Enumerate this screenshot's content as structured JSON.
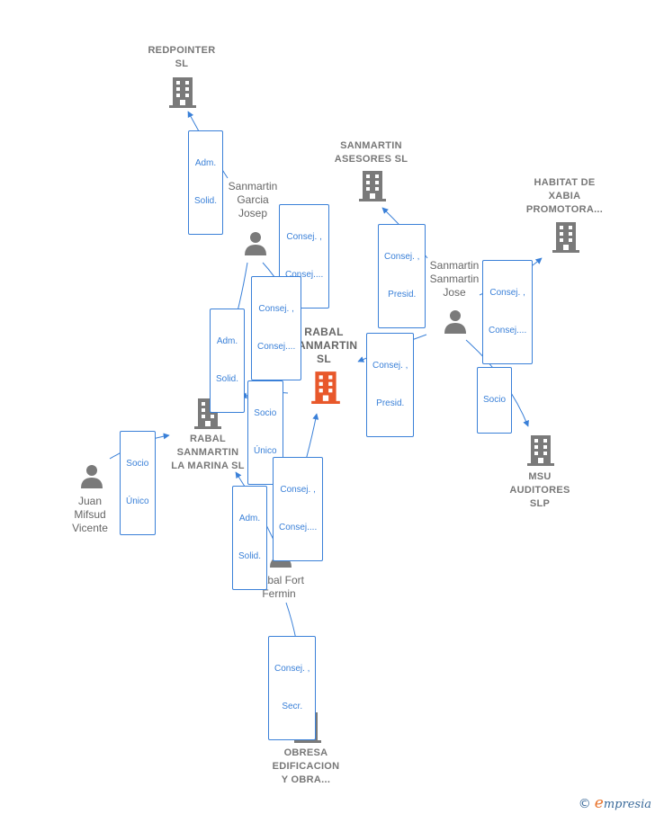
{
  "colors": {
    "edge": "#3a80d8",
    "node_gray": "#7a7a7a",
    "node_main": "#e8582b",
    "text": "#777777"
  },
  "nodes": {
    "redpointer": {
      "label_lines": [
        "REDPOINTER",
        "SL"
      ],
      "icon": "building-icon"
    },
    "sanmartin_asesores": {
      "label_lines": [
        "SANMARTIN",
        "ASESORES  SL"
      ],
      "icon": "building-icon"
    },
    "habitat": {
      "label_lines": [
        "HABITAT DE",
        "XABIA",
        "PROMOTORA..."
      ],
      "icon": "building-icon"
    },
    "rabal_sanmartin": {
      "label_lines": [
        "RABAL",
        "SANMARTIN",
        "SL"
      ],
      "icon": "building-icon"
    },
    "rabal_marina": {
      "label_lines": [
        "RABAL",
        "SANMARTIN",
        "LA MARINA  SL"
      ],
      "icon": "building-icon"
    },
    "msu": {
      "label_lines": [
        "MSU",
        "AUDITORES",
        "SLP"
      ],
      "icon": "building-icon"
    },
    "obresa": {
      "label_lines": [
        "OBRESA",
        "EDIFICACION",
        "Y OBRA..."
      ],
      "icon": "building-icon"
    },
    "sanmartin_garcia": {
      "label_lines": [
        "Sanmartin",
        "Garcia",
        "Josep"
      ],
      "icon": "person-icon"
    },
    "sanmartin_jose": {
      "label_lines": [
        "Sanmartin",
        "Sanmartin",
        "Jose"
      ],
      "icon": "person-icon"
    },
    "juan_mifsud": {
      "label_lines": [
        "Juan",
        "Mifsud",
        "Vicente"
      ],
      "icon": "person-icon"
    },
    "rabal_fort": {
      "label_lines": [
        "Rabal Fort",
        "Fermin"
      ],
      "icon": "person-icon"
    }
  },
  "edges": [
    {
      "id": "e1",
      "lines": [
        "Adm.",
        "Solid."
      ]
    },
    {
      "id": "e2",
      "lines": [
        "Consej. ,",
        "Consej...."
      ]
    },
    {
      "id": "e3",
      "lines": [
        "Consej. ,",
        "Consej...."
      ]
    },
    {
      "id": "e4",
      "lines": [
        "Adm.",
        "Solid."
      ]
    },
    {
      "id": "e5",
      "lines": [
        "Consej. ,",
        "Presid."
      ]
    },
    {
      "id": "e6",
      "lines": [
        "Consej. ,",
        "Consej...."
      ]
    },
    {
      "id": "e7",
      "lines": [
        "Consej. ,",
        "Presid."
      ]
    },
    {
      "id": "e8",
      "lines": [
        "Socio"
      ]
    },
    {
      "id": "e9",
      "lines": [
        "Socio",
        "Único"
      ]
    },
    {
      "id": "e10",
      "lines": [
        "Socio",
        "Único"
      ]
    },
    {
      "id": "e11",
      "lines": [
        "Consej. ,",
        "Consej...."
      ]
    },
    {
      "id": "e12",
      "lines": [
        "Adm.",
        "Solid."
      ]
    },
    {
      "id": "e13",
      "lines": [
        "Consej. ,",
        "Secr."
      ]
    }
  ],
  "brand": {
    "copyright": "©",
    "initial": "e",
    "name": "mpresia"
  }
}
